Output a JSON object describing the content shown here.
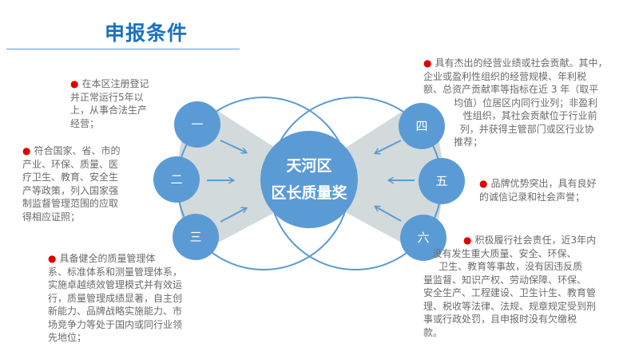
{
  "title": "申报条件",
  "center": {
    "line1": "天河区",
    "line2": "区长质量奖"
  },
  "nodes": [
    "一",
    "二",
    "三",
    "四",
    "五",
    "六"
  ],
  "bullet": "●",
  "conditions": [
    {
      "lines": [
        "在本区注册登记",
        "并正常运行5年以",
        "上，从事合法生产",
        "经营；"
      ]
    },
    {
      "lines": [
        "符合国家、省、市的",
        "产业、环保、质量、医",
        "疗卫生、教育、安全生",
        "产等政策，列入国家强",
        "制监督管理范围的应取",
        "得相应证照；"
      ]
    },
    {
      "lines": [
        "具备健全的质量管理体",
        "系、标准体系和测量管理体系，",
        "实施卓越绩效管理模式并有效运",
        "行，质量管理成绩显著，自主创",
        "新能力、品牌战略实施能力、市",
        "场竞争力等处于国内或同行业领",
        "先地位；"
      ]
    },
    {
      "lines": [
        "具有杰出的经营业绩或社会贡献。其中，",
        "企业或盈利性组织的经营规模、年利税",
        "额、总资产贡献率等指标在近 3 年（取平",
        "          均值）位居区内同行业列；非盈利",
        "             性组织，其社会贡献位于行业前",
        "            列，并获得主管部门或区行业协",
        "          推荐；"
      ]
    },
    {
      "lines": [
        "品牌优势突出，具有良好",
        "的诚信记录和社会声誉；"
      ]
    },
    {
      "lines": [
        "积极履行社会责任，近3年内",
        "   没有发生重大质量、安全、环保、",
        "     卫生、教育等事故，没有因违反质",
        "量监督、知识产权、劳动保障、环保、",
        "安全生产、工程建设、卫生计生、教育管",
        "理、税收等法律、法规、规章规定受到刑",
        "事或行政处罚，且申报时没有欠缴税",
        "款。"
      ]
    }
  ],
  "colors": {
    "accent": "#5b9bd5",
    "title": "#1a72c0",
    "fan": "#d3dadb",
    "bullet": "#e00000",
    "text": "#6b6b6b"
  }
}
